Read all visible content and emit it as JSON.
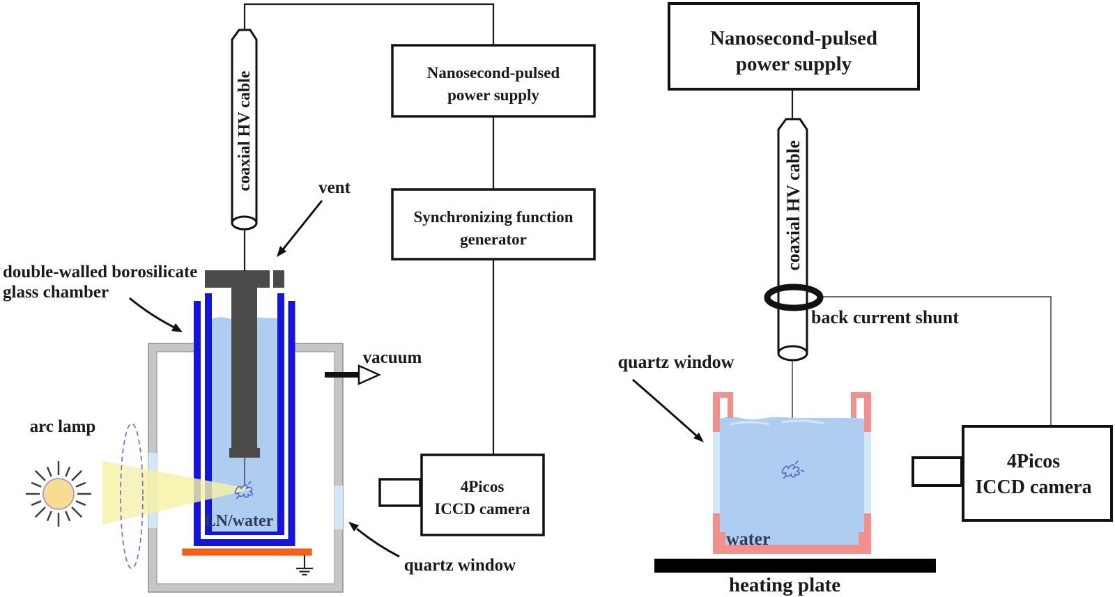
{
  "diagram": {
    "left_setup": {
      "cable_label": "coaxial HV cable",
      "vent_label": "vent",
      "chamber_label_line1": "double-walled borosilicate",
      "chamber_label_line2": "glass chamber",
      "arc_lamp_label": "arc lamp",
      "vacuum_label": "vacuum",
      "liquid_label": "LN/water",
      "quartz_window_label": "quartz window"
    },
    "middle_column": {
      "power_supply_line1": "Nanosecond-pulsed",
      "power_supply_line2": "power supply",
      "function_generator_line1": "Synchronizing function",
      "function_generator_line2": "generator",
      "camera_line1": "4Picos",
      "camera_line2": "ICCD camera"
    },
    "right_setup": {
      "power_supply_line1": "Nanosecond-pulsed",
      "power_supply_line2": "power supply",
      "cable_label": "coaxial HV cable",
      "shunt_label": "back current shunt",
      "quartz_window_label": "quartz window",
      "water_label": "water",
      "heating_plate_label": "heating plate",
      "camera_line1": "4Picos",
      "camera_line2": "ICCD camera"
    },
    "colors": {
      "vessel_blue": "#1414dd",
      "water_blue": "#aecdf0",
      "quartz_window_blue": "#d2e7f8",
      "chamber_gray": "#c6c6c6",
      "electrode_gray": "#4a4a48",
      "heater_orange": "#fe5f17",
      "container_pink": "#f2908e",
      "sun_yellow": "#f8dc92",
      "beam_yellow": "#f7f2a2",
      "plasma_blue": "#5468c8",
      "lens_purple": "#7d74cc"
    }
  }
}
